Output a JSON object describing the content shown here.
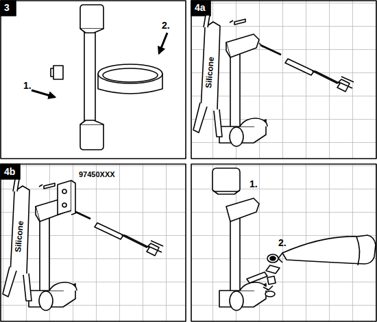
{
  "diagram": {
    "labels": [
      "3",
      "1.",
      "2.",
      "4a",
      "Silicone",
      "4b",
      "Silicone",
      "97450XXX",
      "1.",
      "2."
    ]
  }
}
